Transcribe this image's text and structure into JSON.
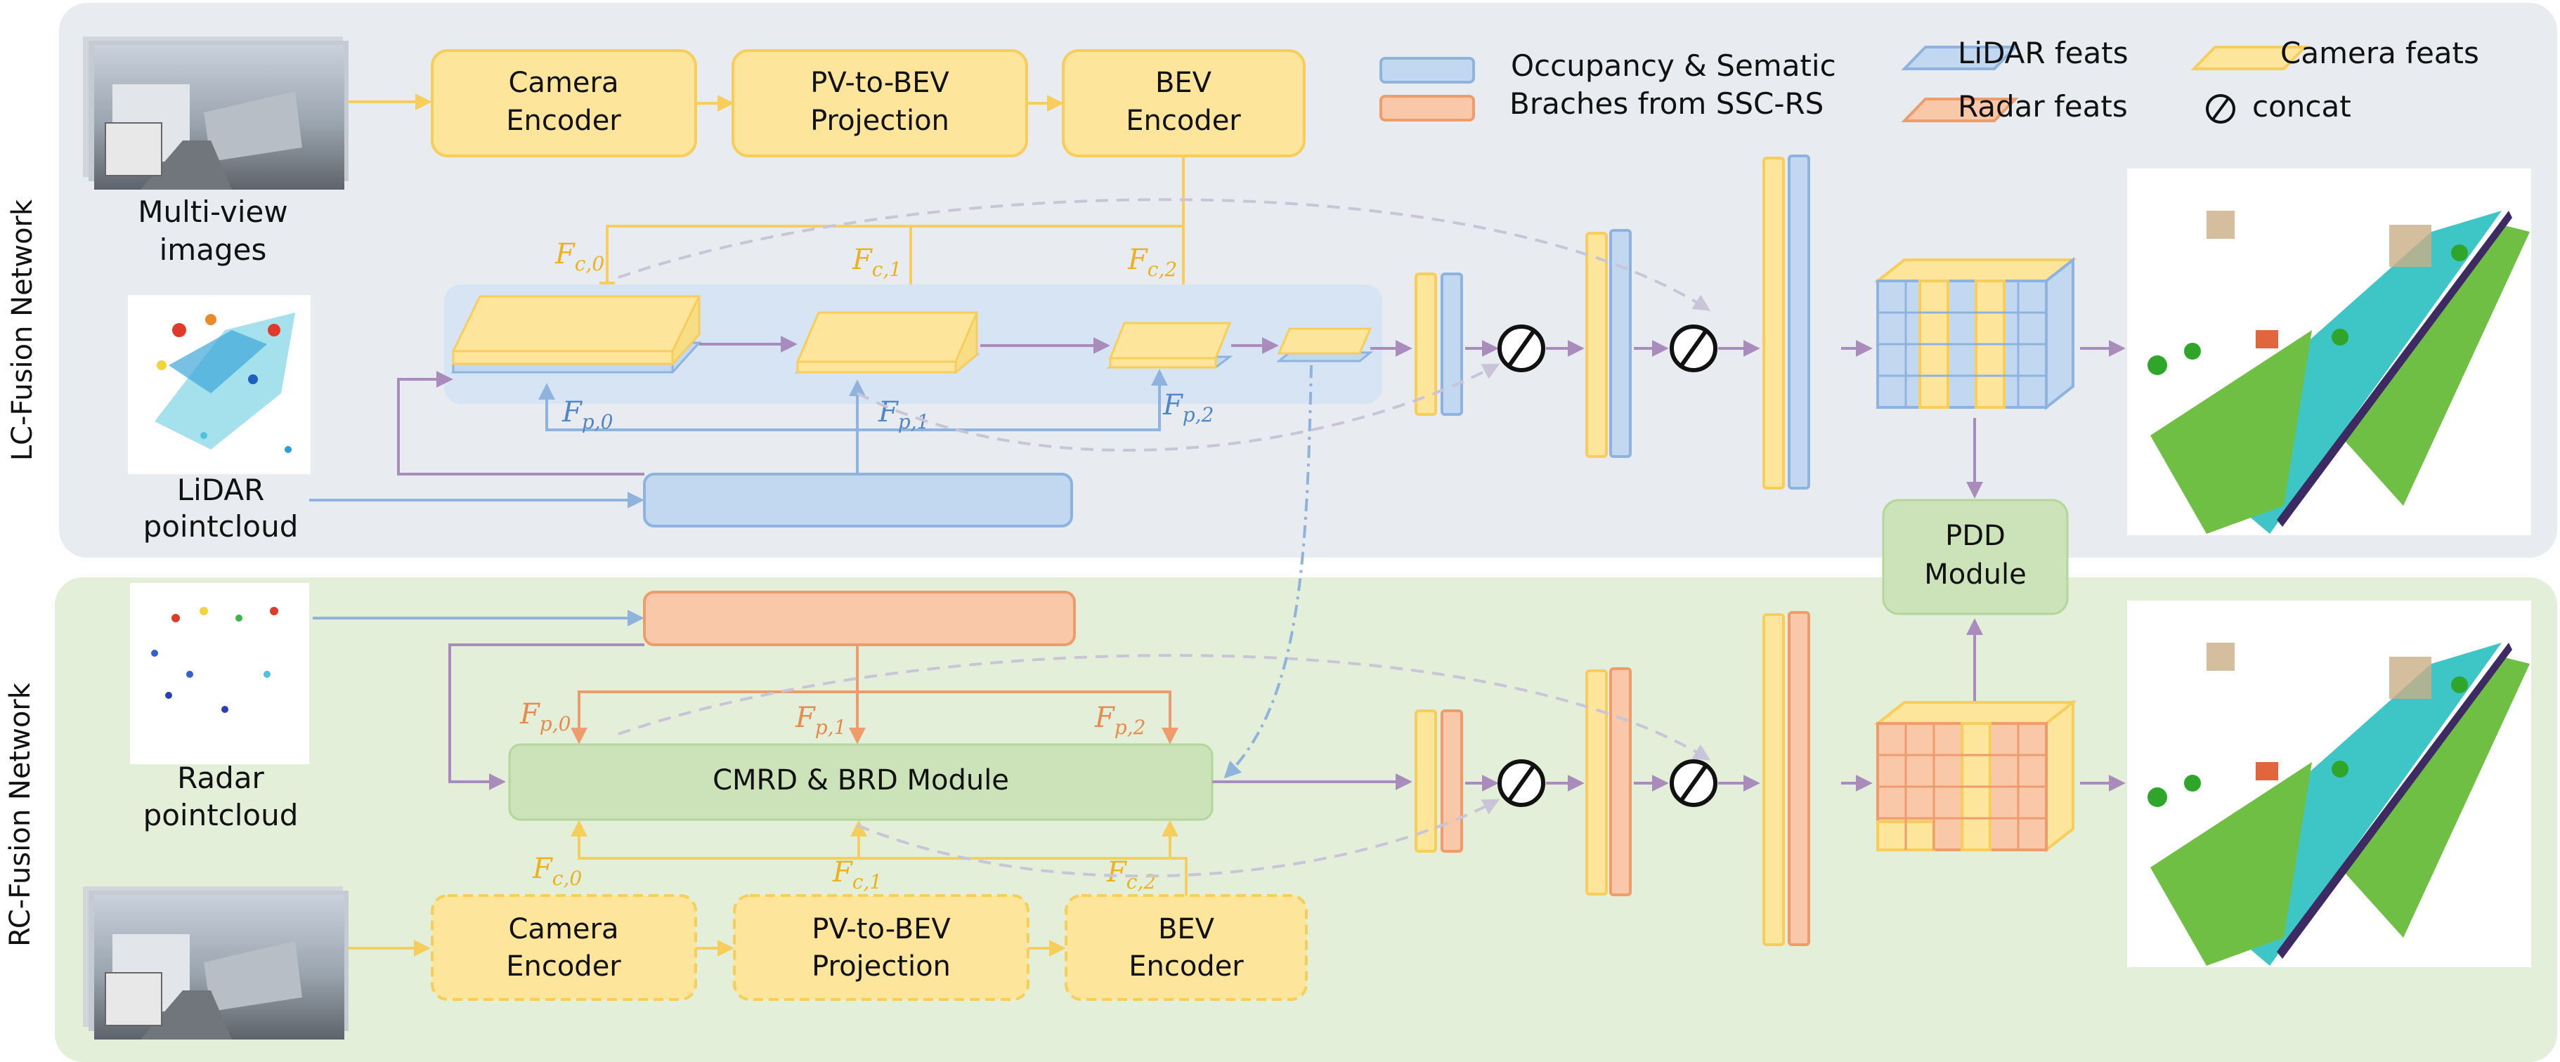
{
  "sections": {
    "lc_title": "LC-Fusion Network",
    "rc_title": "RC-Fusion Network"
  },
  "inputs": {
    "multiview_l1": "Multi-view",
    "multiview_l2": "images",
    "lidar_l1": "LiDAR",
    "lidar_l2": "pointcloud",
    "radar_l1": "Radar",
    "radar_l2": "pointcloud"
  },
  "lc": {
    "camera_encoder_l1": "Camera",
    "camera_encoder_l2": "Encoder",
    "pv2bev_l1": "PV-to-BEV",
    "pv2bev_l2": "Projection",
    "bev_encoder_l1": "BEV",
    "bev_encoder_l2": "Encoder",
    "fc0": "F",
    "fc0_sub": "c,0",
    "fc1": "F",
    "fc1_sub": "c,1",
    "fc2": "F",
    "fc2_sub": "c,2",
    "fp0": "F",
    "fp0_sub": "p,0",
    "fp1": "F",
    "fp1_sub": "p,1",
    "fp2": "F",
    "fp2_sub": "p,2"
  },
  "rc": {
    "camera_encoder_l1": "Camera",
    "camera_encoder_l2": "Encoder",
    "pv2bev_l1": "PV-to-BEV",
    "pv2bev_l2": "Projection",
    "bev_encoder_l1": "BEV",
    "bev_encoder_l2": "Encoder",
    "cmrd": "CMRD & BRD Module",
    "fp0": "F",
    "fp0_sub": "p,0",
    "fp1": "F",
    "fp1_sub": "p,1",
    "fp2": "F",
    "fp2_sub": "p,2",
    "fc0": "F",
    "fc0_sub": "c,0",
    "fc1": "F",
    "fc1_sub": "c,1",
    "fc2": "F",
    "fc2_sub": "c,2"
  },
  "pdd": {
    "l1": "PDD",
    "l2": "Module"
  },
  "legend": {
    "occ_l1": "Occupancy & Sematic",
    "occ_l2": "Braches from SSC-RS",
    "lidar": "LiDAR feats",
    "radar": "Radar feats",
    "camera": "Camera feats",
    "concat": "concat"
  },
  "colors": {
    "lc_bg": "#e8ebef",
    "rc_bg": "#e3efd9",
    "yellow_fill": "#fde69b",
    "yellow_stroke": "#f7cd5b",
    "blue_fill": "#c2d8f0",
    "blue_stroke": "#8eb3de",
    "orange_fill": "#f8c8a8",
    "orange_stroke": "#ee9c6c",
    "green_box": "#cce3b9",
    "purple_arrow": "#a98bbc",
    "yellow_arrow": "#f7cd5b",
    "blue_arrow": "#8fb3dc",
    "teal": "#3ec6c6",
    "fc_label": "#ebb21e",
    "fp_label_lc": "#4f86c6",
    "fp_label_rc": "#e88a4c"
  }
}
